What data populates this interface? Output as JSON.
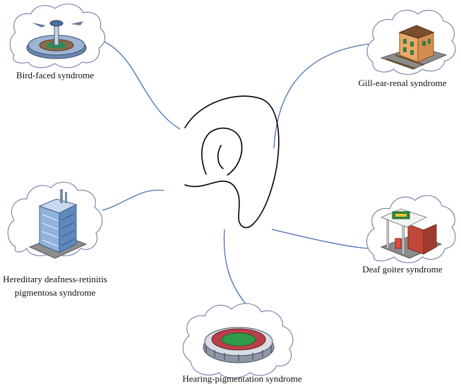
{
  "center": {
    "icon": "ear-icon"
  },
  "nodes": [
    {
      "id": "bird",
      "label_lines": [
        "Bird-faced syndrome"
      ],
      "icon": "airport-control-tower-icon"
    },
    {
      "id": "gill",
      "label_lines": [
        "Gill-ear-renal syndrome"
      ],
      "icon": "train-station-icon"
    },
    {
      "id": "retinitis",
      "label_lines": [
        "Hereditary deafness-retinitis",
        "pigmentosa syndrome"
      ],
      "icon": "office-tower-icon"
    },
    {
      "id": "goiter",
      "label_lines": [
        "Deaf goiter syndrome"
      ],
      "icon": "gas-station-icon"
    },
    {
      "id": "hearing",
      "label_lines": [
        "Hearing-pigmentation syndrome"
      ],
      "icon": "stadium-icon"
    }
  ],
  "colors": {
    "connector": "#4a6fb5",
    "cloud_stroke": "#6e7fa3",
    "cloud_fill": "#ffffff",
    "ear_stroke": "#000000"
  }
}
